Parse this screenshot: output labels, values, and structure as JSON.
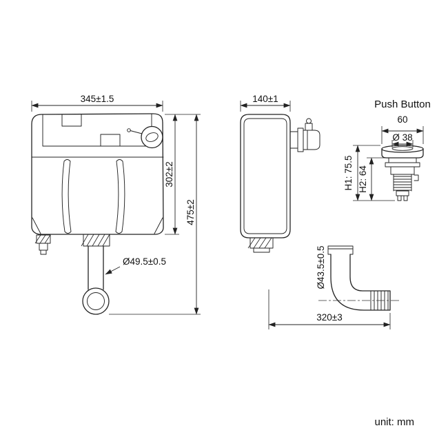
{
  "front_view": {
    "width_dim": "345±1.5",
    "tank_height_dim": "302±2",
    "total_height_dim": "475±2",
    "outlet_diameter_dim": "Ø49.5±0.5"
  },
  "side_view": {
    "depth_dim": "140±1",
    "pipe_diameter_dim": "Ø43.5±0.5",
    "pipe_length_dim": "320±3"
  },
  "push_button": {
    "title": "Push Button",
    "width_dim": "60",
    "cap_diameter_dim": "Ø 38",
    "h1_dim": "H1: 75.5",
    "h2_dim": "H2: 64"
  },
  "page": {
    "unit_label": "unit: mm"
  }
}
